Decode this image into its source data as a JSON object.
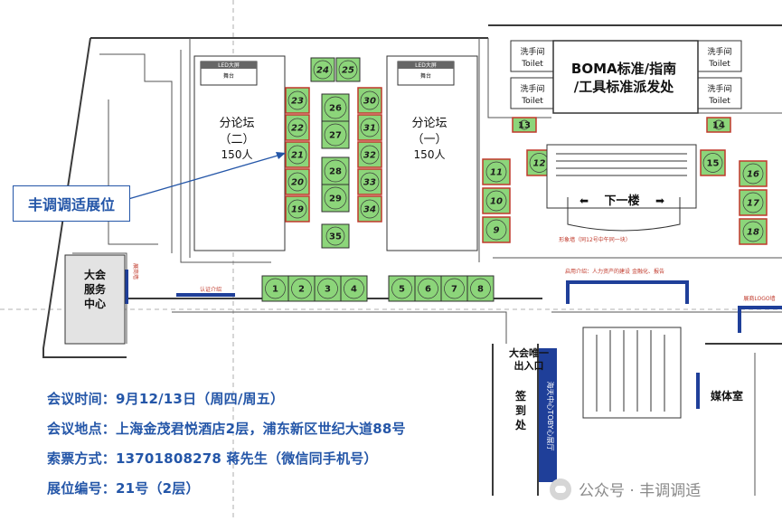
{
  "map": {
    "forum_2": {
      "title": "分论坛",
      "sub": "（二）",
      "cap": "150人"
    },
    "forum_1": {
      "title": "分论坛",
      "sub": "（一）",
      "cap": "150人"
    },
    "led_left": "LED大屏",
    "led_right": "LED大屏",
    "stage": "舞台",
    "boma_line1": "BOMA标准/指南",
    "boma_line2": "/工具标准派发处",
    "washroom": "洗手间",
    "toilet": "Toilet",
    "downstairs": "下一楼",
    "service_center": [
      "大会",
      "服务",
      "中心"
    ],
    "entrance": [
      "大会唯一",
      "出入口"
    ],
    "signin": [
      "签",
      "到",
      "处"
    ],
    "media_room": "媒体室",
    "callout": "丰调调适展位",
    "red_small_left": "认证介绍",
    "red_small_mid": "启用介绍：人力资产的建设 金融化、报告",
    "red_small_right": "展商LOGO墙",
    "red_small_vert": "展商墙",
    "red_small_notice": "形象墙（同12号中午同一块）",
    "blue_vert_text": "海天中心TOBY心展厅",
    "booths": [
      "1",
      "2",
      "3",
      "4",
      "5",
      "6",
      "7",
      "8",
      "9",
      "10",
      "11",
      "12",
      "13",
      "14",
      "15",
      "16",
      "17",
      "18",
      "19",
      "20",
      "21",
      "22",
      "23",
      "24",
      "25",
      "26",
      "27",
      "28",
      "29",
      "30",
      "31",
      "32",
      "33",
      "34",
      "35"
    ]
  },
  "info": {
    "time": "会议时间：9月12/13日（周四/周五）",
    "venue": "会议地点：上海金茂君悦酒店2层，浦东新区世纪大道88号",
    "ticket": "索票方式：13701808278 蒋先生（微信同手机号）",
    "booth": "展位编号：21号（2层）"
  },
  "watermark": "公众号 · 丰调调适",
  "colors": {
    "booth": "#8cd57a",
    "info_text": "#2456a8",
    "accent_navy": "#1f3f99",
    "accent_red": "#c0392b"
  }
}
